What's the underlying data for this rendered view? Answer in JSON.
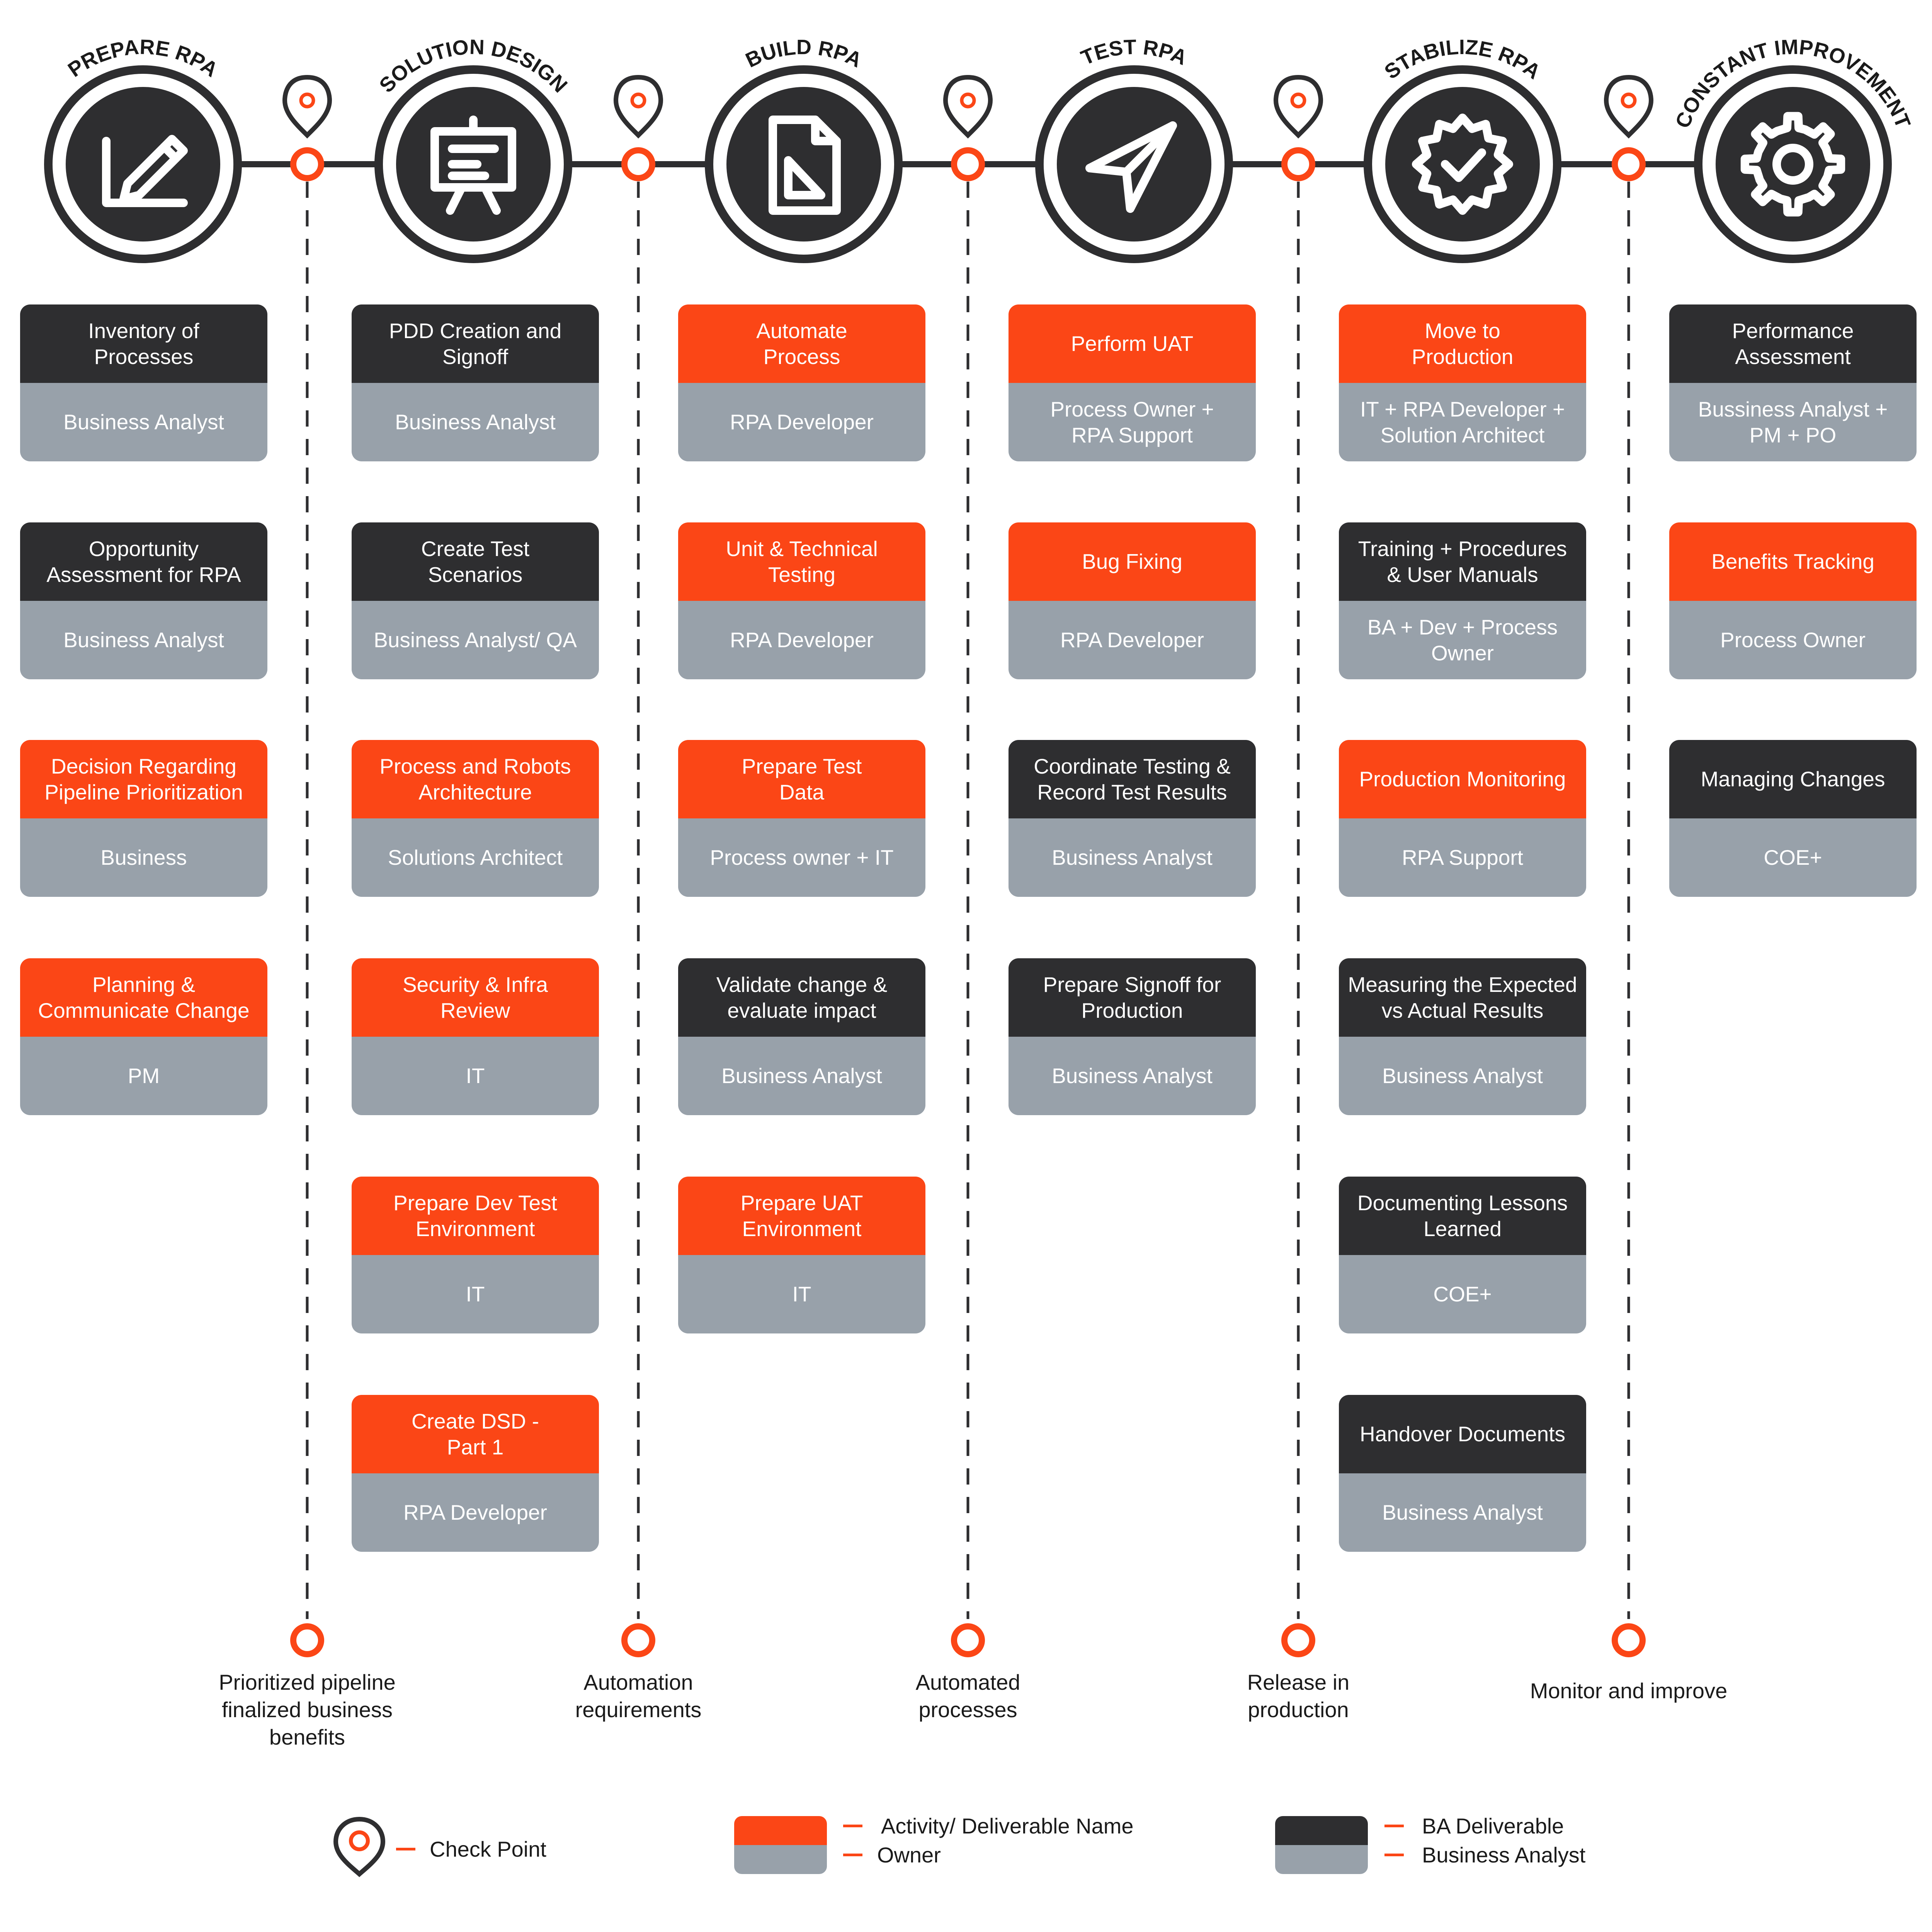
{
  "colors": {
    "accent": "#fb4616",
    "dark": "#2e2e30",
    "owner_gray": "#98a1aa",
    "line": "#2e2e30"
  },
  "phases": [
    {
      "label": "PREPARE RPA",
      "icon": "pencil-ruler-icon"
    },
    {
      "label": "SOLUTION DESIGN",
      "icon": "presentation-board-icon"
    },
    {
      "label": "BUILD RPA",
      "icon": "document-icon"
    },
    {
      "label": "TEST RPA",
      "icon": "paper-plane-icon"
    },
    {
      "label": "STABILIZE RPA",
      "icon": "badge-check-icon"
    },
    {
      "label": "CONSTANT IMPROVEMENT",
      "icon": "gear-icon"
    }
  ],
  "columns": [
    [
      {
        "title": "Inventory of\nProcesses",
        "owner": "Business Analyst",
        "style": "dark"
      },
      {
        "title": "Opportunity\nAssessment for RPA",
        "owner": "Business Analyst",
        "style": "dark"
      },
      {
        "title": "Decision Regarding\nPipeline Prioritization",
        "owner": "Business",
        "style": "orange"
      },
      {
        "title": "Planning &\nCommunicate Change",
        "owner": "PM",
        "style": "orange"
      }
    ],
    [
      {
        "title": "PDD Creation and\nSignoff",
        "owner": "Business Analyst",
        "style": "dark"
      },
      {
        "title": "Create Test\nScenarios",
        "owner": "Business Analyst/ QA",
        "style": "dark"
      },
      {
        "title": "Process and Robots\nArchitecture",
        "owner": "Solutions Architect",
        "style": "orange"
      },
      {
        "title": "Security & Infra\nReview",
        "owner": "IT",
        "style": "orange"
      },
      {
        "title": "Prepare Dev Test\nEnvironment",
        "owner": "IT",
        "style": "orange"
      },
      {
        "title": "Create DSD -\nPart 1",
        "owner": "RPA Developer",
        "style": "orange"
      }
    ],
    [
      {
        "title": "Automate\nProcess",
        "owner": "RPA Developer",
        "style": "orange"
      },
      {
        "title": "Unit & Technical\nTesting",
        "owner": "RPA Developer",
        "style": "orange"
      },
      {
        "title": "Prepare Test\nData",
        "owner": "Process owner + IT",
        "style": "orange"
      },
      {
        "title": "Validate change &\nevaluate impact",
        "owner": "Business Analyst",
        "style": "dark"
      },
      {
        "title": "Prepare UAT\nEnvironment",
        "owner": "IT",
        "style": "orange"
      }
    ],
    [
      {
        "title": "Perform UAT",
        "owner": "Process Owner +\nRPA Support",
        "style": "orange"
      },
      {
        "title": "Bug Fixing",
        "owner": "RPA Developer",
        "style": "orange"
      },
      {
        "title": "Coordinate Testing &\nRecord Test Results",
        "owner": "Business Analyst",
        "style": "dark"
      },
      {
        "title": "Prepare Signoff for\nProduction",
        "owner": "Business Analyst",
        "style": "dark"
      }
    ],
    [
      {
        "title": "Move to\nProduction",
        "owner": "IT + RPA Developer +\nSolution Architect",
        "style": "orange"
      },
      {
        "title": "Training + Procedures\n& User Manuals",
        "owner": "BA + Dev + Process\nOwner",
        "style": "dark"
      },
      {
        "title": "Production Monitoring",
        "owner": "RPA Support",
        "style": "orange"
      },
      {
        "title": "Measuring the Expected\nvs Actual Results",
        "owner": "Business Analyst",
        "style": "dark"
      },
      {
        "title": "Documenting Lessons\nLearned",
        "owner": "COE+",
        "style": "dark"
      },
      {
        "title": "Handover Documents",
        "owner": "Business Analyst",
        "style": "dark"
      }
    ],
    [
      {
        "title": "Performance\nAssessment",
        "owner": "Bussiness Analyst +\nPM + PO",
        "style": "dark"
      },
      {
        "title": "Benefits Tracking",
        "owner": "Process Owner",
        "style": "orange"
      },
      {
        "title": "Managing Changes",
        "owner": "COE+",
        "style": "dark"
      }
    ]
  ],
  "checkpoints": [
    "Prioritized pipeline\nfinalized business\nbenefits",
    "Automation\nrequirements",
    "Automated\nprocesses",
    "Release in\nproduction",
    "Monitor and improve"
  ],
  "legend": {
    "checkpoint": "Check Point",
    "activity_line1": "Activity/ Deliverable Name",
    "activity_line2": "Owner",
    "ba_line1": "BA Deliverable",
    "ba_line2": "Business Analyst"
  }
}
